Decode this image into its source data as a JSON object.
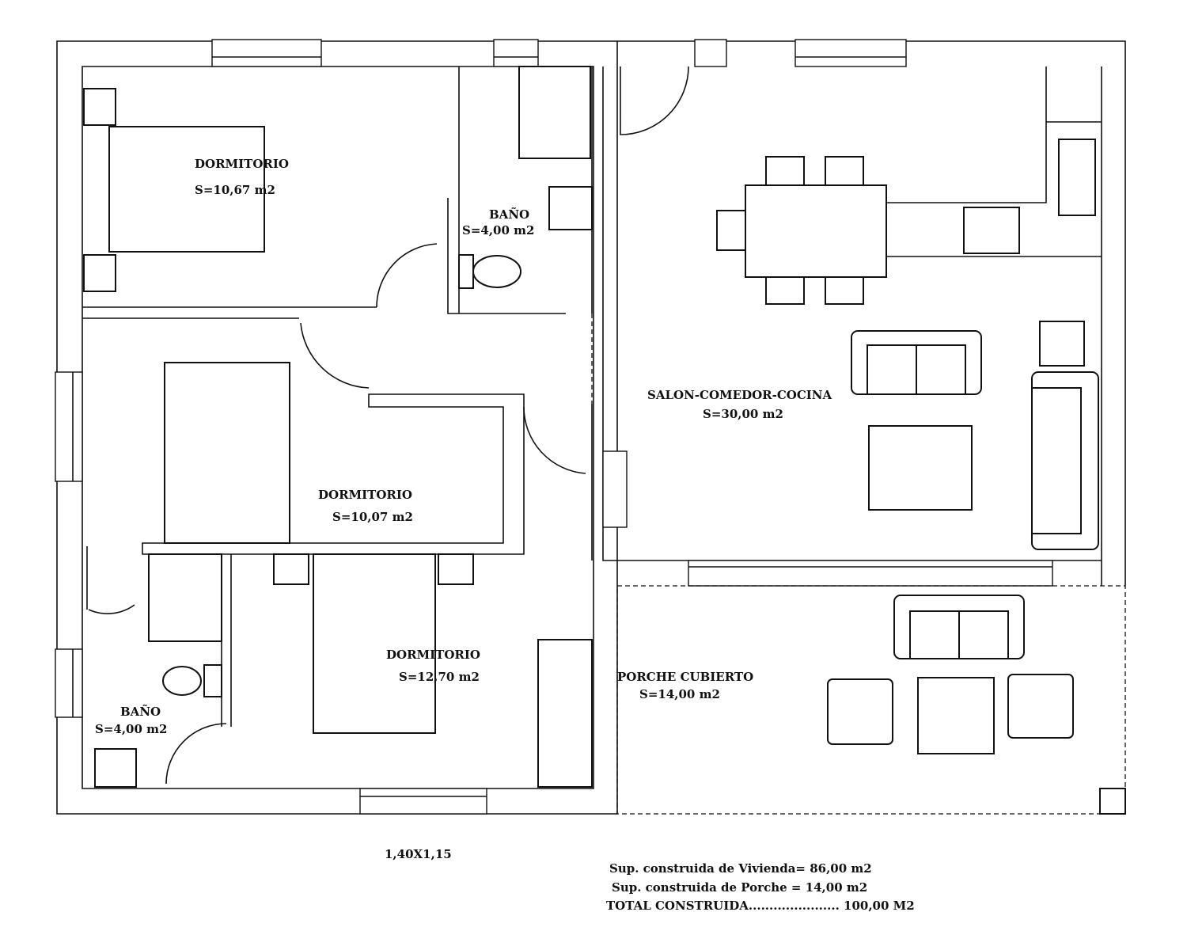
{
  "rooms": [
    {
      "name": "DORMITORIO",
      "area": "S=10,67  m2"
    },
    {
      "name": "BAÑO",
      "area": "S=4,00  m2"
    },
    {
      "name": "DORMITORIO",
      "area": "S=10,07  m2"
    },
    {
      "name": "SALON-COMEDOR-COCINA",
      "area": "S=30,00  m2"
    },
    {
      "name": "DORMITORIO",
      "area": "S=12,70  m2"
    },
    {
      "name": "PORCHE CUBIERTO",
      "area": "S=14,00  m2"
    },
    {
      "name": "BAÑO",
      "area": "S=4,00  m2"
    }
  ],
  "window_note": "1,40X1,15",
  "summary": [
    "Sup. construida de Vivienda= 86,00 m2",
    "Sup. construida de Porche = 14,00 m2",
    "TOTAL CONSTRUIDA...................... 100,00 M2"
  ]
}
